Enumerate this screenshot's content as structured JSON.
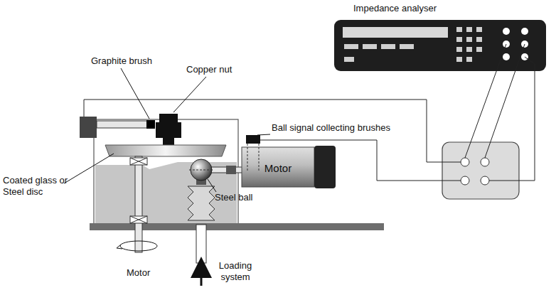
{
  "diagram": {
    "nodes": [
      {
        "text": [
          "Motor"
        ]
      }
    ],
    "labels": [
      "Impedance analyser",
      "Graphite brush",
      "Copper nut",
      "Ball signal collecting brushes",
      "Coated glass or Steel disc",
      "Steel ball",
      "Motor",
      "Loading system"
    ]
  }
}
